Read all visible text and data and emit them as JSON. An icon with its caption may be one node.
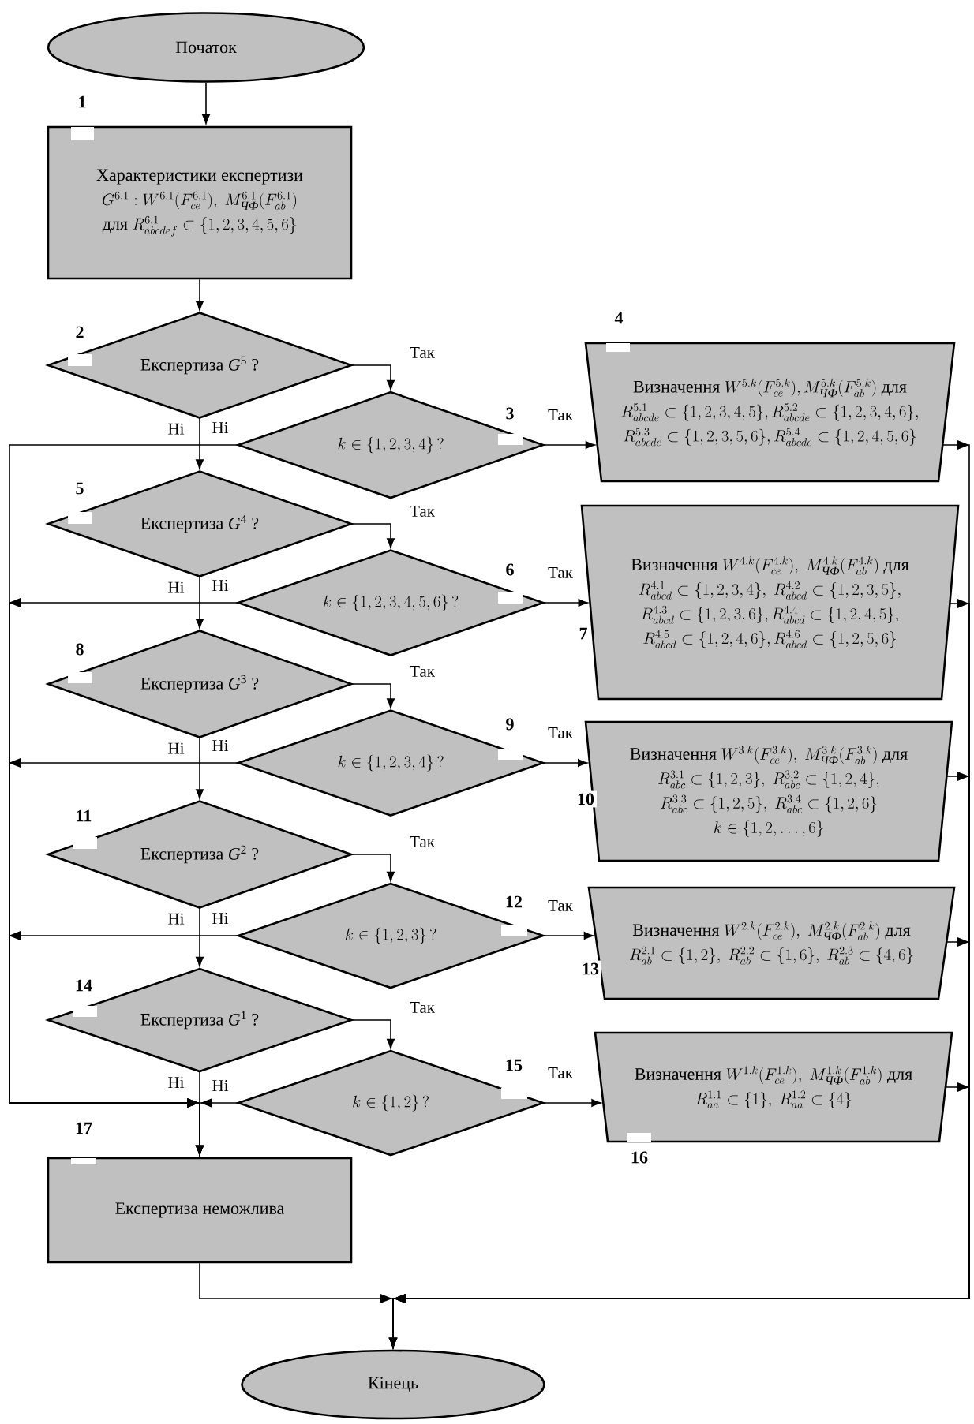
{
  "diagram": {
    "nodes": [
      {
        "text": [
          "Початок"
        ]
      },
      {
        "text": [
          "Характеристики експертизи",
          "G^{6.1}: W^{6.1}(F^{6.1}_{ce}),\\ M^{6.1}_{\\text{\\itshape ЧФ}}(F^{6.1}_{ab})",
          "для",
          "R^{6.1}_{abcdef}\\subset\\{1,2,3,4,5,6\\}"
        ],
        "beside": [
          "1"
        ]
      },
      {
        "text": [
          "Експертиза *G*$^{5}$ ?"
        ],
        "beside": [
          "2"
        ]
      },
      {
        "text": [
          "k\\in\\{1,2,3,4\\}\\,?"
        ],
        "beside": [
          "3"
        ]
      },
      {
        "text": [
          "Визначення",
          "W^{5.k}(F^{5.k}_{ce}),M^{5.k}_{\\text{\\itshape ЧФ}}(F^{5.k}_{ab})",
          "для",
          "R^{5.1}_{abcde}\\subset\\{1,2,3,4,5\\},R^{5.2}_{abcde}\\subset\\{1,2,3,4,6\\},",
          "R^{5.3}_{abcde}\\subset\\{1,2,3,5,6\\},R^{5.4}_{abcde}\\subset\\{1,2,4,5,6\\}"
        ],
        "beside": [
          "4"
        ]
      },
      {
        "text": [
          "Експертиза *G*$^{4}$ ?"
        ],
        "beside": [
          "5"
        ]
      },
      {
        "text": [
          "k\\in\\{1,2,3,4,5,6\\}\\,?"
        ],
        "beside": [
          "6"
        ]
      },
      {
        "text": [
          "Визначення",
          "W^{4.k}(F^{4.k}_{ce}),\\ M^{4.k}_{\\text{\\itshape ЧФ}}(F^{4.k}_{ab})",
          "для",
          "R^{4.1}_{abcd}\\subset\\{1,2,3,4\\},\\ R^{4.2}_{abcd}\\subset\\{1,2,3,5\\},",
          "R^{4.3}_{abcd}\\subset\\{1,2,3,6\\},R^{4.4}_{abcd}\\subset\\{1,2,4,5\\},",
          "R^{4.5}_{abcd}\\subset\\{1,2,4,6\\},R^{4.6}_{abcd}\\subset\\{1,2,5,6\\}"
        ],
        "beside": [
          "7"
        ]
      },
      {
        "text": [
          "Експертиза *G*$^{3}$ ?"
        ],
        "beside": [
          "8"
        ]
      },
      {
        "text": [
          "k\\in\\{1,2,3,4\\}\\,?"
        ],
        "beside": [
          "9"
        ]
      },
      {
        "text": [
          "Визначення",
          "W^{3.k}(F^{3.k}_{ce}),\\ M^{3.k}_{\\text{\\itshape ЧФ}}(F^{3.k}_{ab})",
          "для",
          "R^{3.1}_{abc}\\subset\\{1,2,3\\},\\ R^{3.2}_{abc}\\subset\\{1,2,4\\},",
          "R^{3.3}_{abc}\\subset\\{1,2,5\\},\\ R^{3.4}_{abc}\\subset\\{1,2,6\\}",
          "k\\in\\{1,2,\\ldots,6\\}"
        ],
        "beside": [
          "10"
        ]
      },
      {
        "text": [
          "Експертиза *G*$^{2}$ ?"
        ],
        "beside": [
          "11"
        ]
      },
      {
        "text": [
          "k\\in\\{1,2,3\\}\\,?"
        ],
        "beside": [
          "12"
        ]
      },
      {
        "text": [
          "Визначення",
          "W^{2.k}(F^{2.k}_{ce}),\\ M^{2.k}_{\\text{\\itshape ЧФ}}(F^{2.k}_{ab})",
          "для",
          "R^{2.1}_{ab}\\subset\\{1,2\\},\\ R^{2.2}_{ab}\\subset\\{1,6\\},\\ R^{2.3}_{ab}\\subset\\{4,6\\}"
        ],
        "beside": [
          "13"
        ]
      },
      {
        "text": [
          "Експертиза *G*$^{1}$ ?"
        ],
        "beside": [
          "14"
        ]
      },
      {
        "text": [
          "k\\in\\{1,2\\}\\,?"
        ],
        "beside": [
          "15"
        ]
      },
      {
        "text": [
          "Визначення",
          "W^{1.k}(F^{1.k}_{ce}),\\ M^{1.k}_{\\text{\\itshape ЧФ}}(F^{1.k}_{ab})",
          "для",
          "R^{1.1}_{aa}\\subset\\{1\\},\\ R^{1.2}_{aa}\\subset\\{4\\}"
        ],
        "beside": [
          "16"
        ]
      },
      {
        "text": [
          "Експертиза неможлива"
        ],
        "beside": [
          "17"
        ]
      },
      {
        "text": [
          "Кінець"
        ]
      }
    ],
    "edges": [
      {
        "from": 0,
        "to": 1,
        "arrow": "to"
      },
      {
        "from": 1,
        "to": 2,
        "arrow": "to"
      },
      {
        "from": 2,
        "to": 3,
        "arrow": "to",
        "label": "Так"
      },
      {
        "from": 2,
        "to": 5,
        "arrow": "to",
        "label": "Ні"
      },
      {
        "from": 3,
        "to": 4,
        "arrow": "to",
        "label": "Так"
      },
      {
        "from": 3,
        "to": 17,
        "arrow": "to",
        "label": "Ні"
      },
      {
        "from": 4,
        "to": 18,
        "arrow": "to"
      },
      {
        "from": 5,
        "to": 6,
        "arrow": "to",
        "label": "Так"
      },
      {
        "from": 5,
        "to": 8,
        "arrow": "to",
        "label": "Ні"
      },
      {
        "from": 6,
        "to": 7,
        "arrow": "to",
        "label": "Так"
      },
      {
        "from": 6,
        "to": 17,
        "arrow": "to",
        "label": "Ні"
      },
      {
        "from": 7,
        "to": 18,
        "arrow": "to"
      },
      {
        "from": 8,
        "to": 9,
        "arrow": "to",
        "label": "Так"
      },
      {
        "from": 8,
        "to": 11,
        "arrow": "to",
        "label": "Ні"
      },
      {
        "from": 9,
        "to": 10,
        "arrow": "to",
        "label": "Так"
      },
      {
        "from": 9,
        "to": 17,
        "arrow": "to",
        "label": "Ні"
      },
      {
        "from": 10,
        "to": 18,
        "arrow": "to"
      },
      {
        "from": 11,
        "to": 12,
        "arrow": "to",
        "label": "Так"
      },
      {
        "from": 11,
        "to": 14,
        "arrow": "to",
        "label": "Ні"
      },
      {
        "from": 12,
        "to": 13,
        "arrow": "to",
        "label": "Так"
      },
      {
        "from": 12,
        "to": 17,
        "arrow": "to",
        "label": "Ні"
      },
      {
        "from": 13,
        "to": 18,
        "arrow": "to"
      },
      {
        "from": 14,
        "to": 15,
        "arrow": "to",
        "label": "Так"
      },
      {
        "from": 14,
        "to": 17,
        "arrow": "to",
        "label": "Ні"
      },
      {
        "from": 15,
        "to": 16,
        "arrow": "to",
        "label": "Так"
      },
      {
        "from": 15,
        "to": 17,
        "arrow": "to",
        "label": "Ні"
      },
      {
        "from": 16,
        "to": 18,
        "arrow": "to"
      },
      {
        "from": 17,
        "to": 18,
        "arrow": "to"
      }
    ]
  }
}
